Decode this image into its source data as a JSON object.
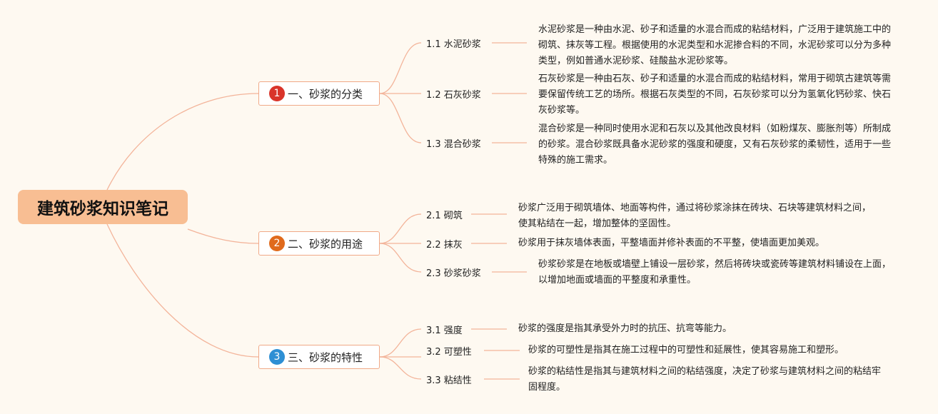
{
  "root": {
    "title": "建筑砂浆知识笔记"
  },
  "colors": {
    "link": "#f3b49a",
    "badge1": "#d9342a",
    "badge2": "#e06a1c",
    "badge3": "#2e8fd4"
  },
  "branches": [
    {
      "badge": "1",
      "label": "一、砂浆的分类",
      "items": [
        {
          "label": "1.1 水泥砂浆",
          "desc": "水泥砂浆是一种由水泥、砂子和适量的水混合而成的粘结材料，广泛用于建筑施工中的砌筑、抹灰等工程。根据使用的水泥类型和水泥掺合料的不同，水泥砂浆可以分为多种类型，例如普通水泥砂浆、硅酸盐水泥砂浆等。"
        },
        {
          "label": "1.2 石灰砂浆",
          "desc": "石灰砂浆是一种由石灰、砂子和适量的水混合而成的粘结材料，常用于砌筑古建筑等需要保留传统工艺的场所。根据石灰类型的不同，石灰砂浆可以分为氢氧化钙砂浆、快石灰砂浆等。"
        },
        {
          "label": "1.3 混合砂浆",
          "desc": "混合砂浆是一种同时使用水泥和石灰以及其他改良材料（如粉煤灰、膨胀剂等）所制成的砂浆。混合砂浆既具备水泥砂浆的强度和硬度，又有石灰砂浆的柔韧性，适用于一些特殊的施工需求。"
        }
      ]
    },
    {
      "badge": "2",
      "label": "二、砂浆的用途",
      "items": [
        {
          "label": "2.1 砌筑",
          "desc": "砂浆广泛用于砌筑墙体、地面等构件，通过将砂浆涂抹在砖块、石块等建筑材料之间，使其粘结在一起，增加整体的坚固性。"
        },
        {
          "label": "2.2 抹灰",
          "desc": "砂浆用于抹灰墙体表面，平整墙面并修补表面的不平整，使墙面更加美观。"
        },
        {
          "label": "2.3 砂浆砂浆",
          "desc": "砂浆砂浆是在地板或墙壁上铺设一层砂浆，然后将砖块或瓷砖等建筑材料铺设在上面，以增加地面或墙面的平整度和承重性。"
        }
      ]
    },
    {
      "badge": "3",
      "label": "三、砂浆的特性",
      "items": [
        {
          "label": "3.1 强度",
          "desc": "砂浆的强度是指其承受外力时的抗压、抗弯等能力。"
        },
        {
          "label": "3.2 可塑性",
          "desc": "砂浆的可塑性是指其在施工过程中的可塑性和延展性，使其容易施工和塑形。"
        },
        {
          "label": "3.3 粘结性",
          "desc": "砂浆的粘结性是指其与建筑材料之间的粘结强度，决定了砂浆与建筑材料之间的粘结牢固程度。"
        }
      ]
    }
  ]
}
